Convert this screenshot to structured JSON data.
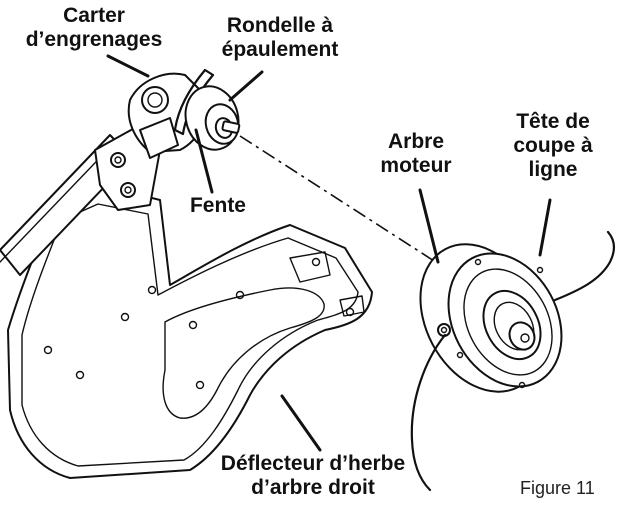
{
  "labels": {
    "gear_housing_line1": "Carter",
    "gear_housing_line2": "d’engrenages",
    "shoulder_washer_line1": "Rondelle à",
    "shoulder_washer_line2": "épaulement",
    "slot": "Fente",
    "drive_shaft_line1": "Arbre",
    "drive_shaft_line2": "moteur",
    "trimmer_head_line1": "Tête de",
    "trimmer_head_line2": "coupe à",
    "trimmer_head_line3": "ligne",
    "deflector_line1": "Déflecteur d’herbe",
    "deflector_line2": "d’arbre droit"
  },
  "caption": "Figure 11",
  "colors": {
    "ink": "#111111",
    "background": "#ffffff"
  }
}
